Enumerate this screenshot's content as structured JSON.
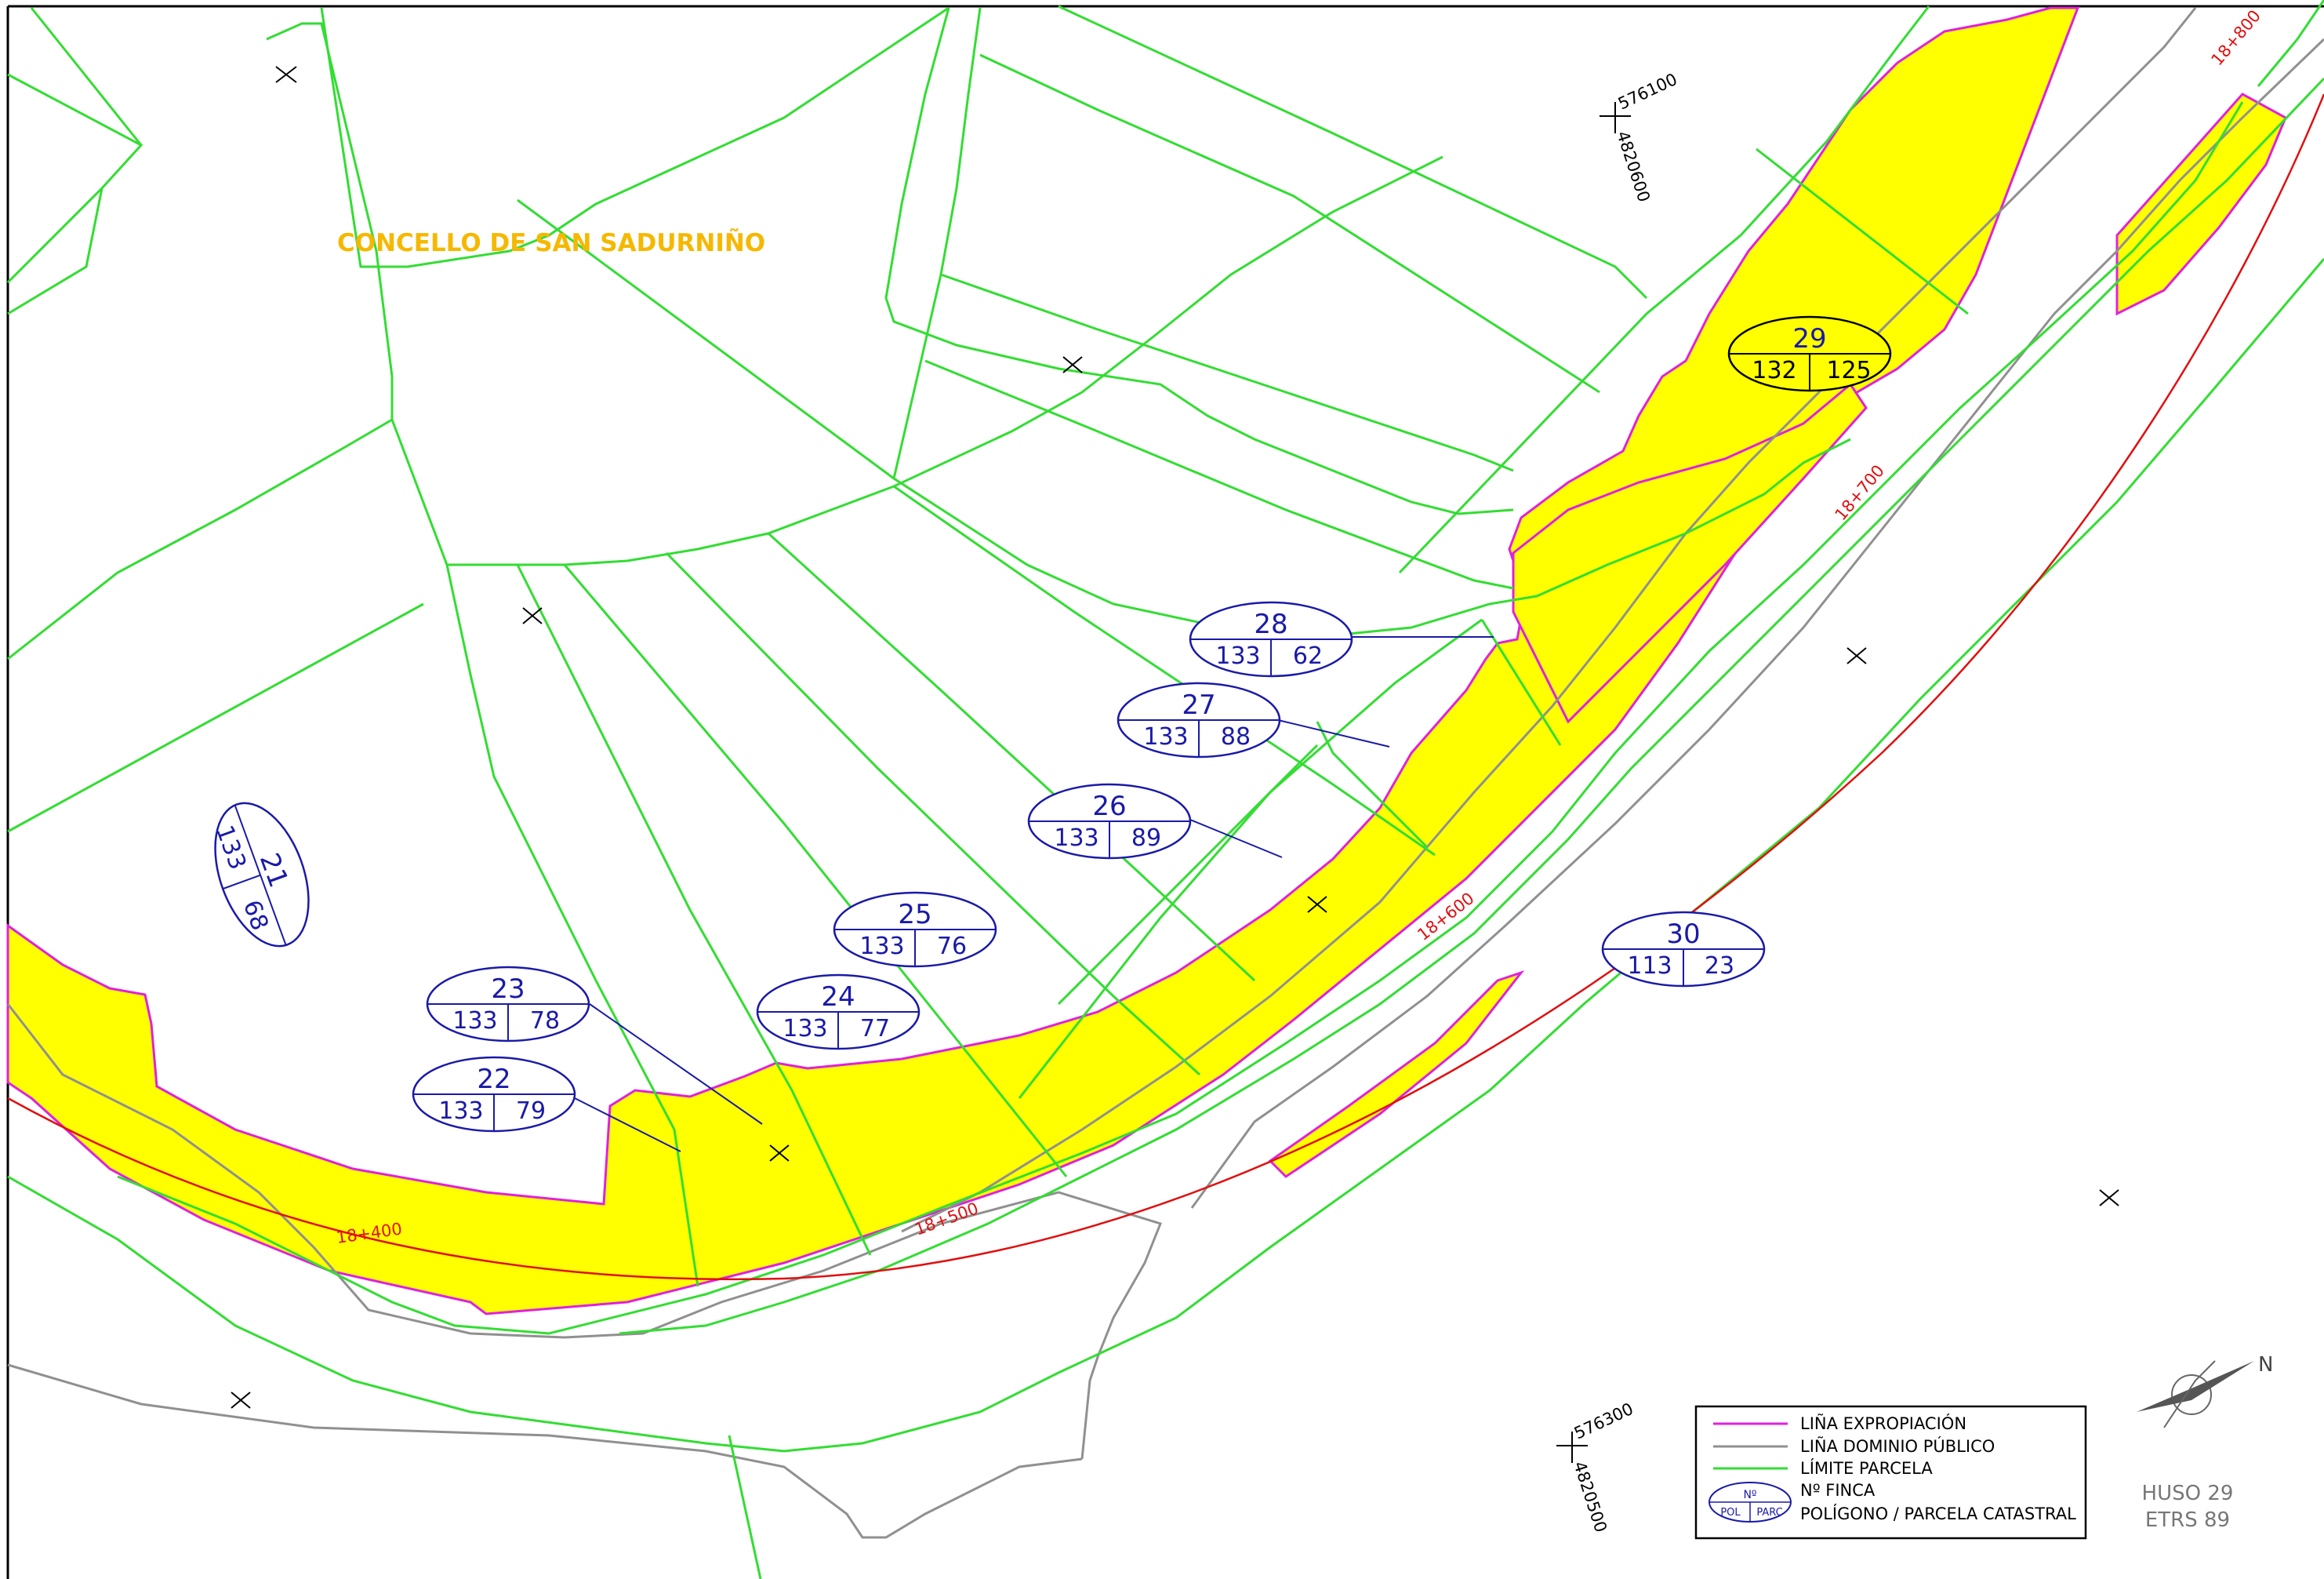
{
  "municipality": "CONCELLO DE SAN SADURNIÑO",
  "colors": {
    "expropriation": "#e020e0",
    "public_domain": "#909090",
    "parcel": "#33dd33",
    "fill": "#ffff00",
    "label": "#1a1aa8",
    "axis": "#e01010",
    "municipality": "#f5b800"
  },
  "parcels": [
    {
      "finca": "21",
      "pol": "133",
      "parc": "68"
    },
    {
      "finca": "22",
      "pol": "133",
      "parc": "79"
    },
    {
      "finca": "23",
      "pol": "133",
      "parc": "78"
    },
    {
      "finca": "24",
      "pol": "133",
      "parc": "77"
    },
    {
      "finca": "25",
      "pol": "133",
      "parc": "76"
    },
    {
      "finca": "26",
      "pol": "133",
      "parc": "89"
    },
    {
      "finca": "27",
      "pol": "133",
      "parc": "88"
    },
    {
      "finca": "28",
      "pol": "133",
      "parc": "62"
    },
    {
      "finca": "29",
      "pol": "132",
      "parc": "125"
    },
    {
      "finca": "30",
      "pol": "113",
      "parc": "23"
    }
  ],
  "chainage": [
    "18+400",
    "18+500",
    "18+600",
    "18+700",
    "18+800"
  ],
  "coordinates": {
    "upper": {
      "e": "576100",
      "n": "4820600"
    },
    "lower": {
      "e": "576300",
      "n": "4820500"
    }
  },
  "legend": {
    "expropriation": "LIÑA EXPROPIACIÓN",
    "public_domain": "LIÑA DOMINIO PÚBLICO",
    "parcel_limit": "LÍMITE PARCELA",
    "finca": "Nº FINCA",
    "pol_parc": "POLÍGONO / PARCELA CATASTRAL",
    "sym_num": "Nº",
    "sym_pol": "POL",
    "sym_parc": "PARC"
  },
  "projection": {
    "zone": "HUSO 29",
    "datum": "ETRS 89"
  },
  "north": "N"
}
